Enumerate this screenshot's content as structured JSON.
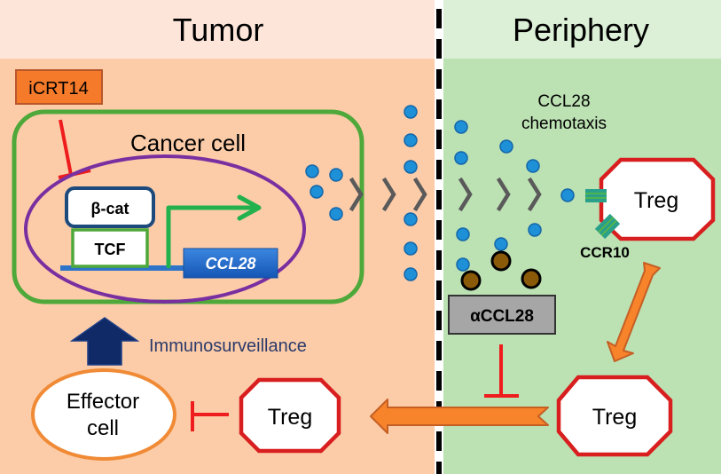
{
  "regions": {
    "tumor": {
      "title": "Tumor",
      "header_color": "#fde5d9",
      "body_color": "#fccca9"
    },
    "periphery": {
      "title": "Periphery",
      "header_color": "#dcf0d7",
      "body_color": "#bce1b3"
    }
  },
  "inhibitor_box": {
    "label": "iCRT14",
    "fill": "#f57a2a",
    "stroke": "#b8562b"
  },
  "cancer_cell": {
    "label": "Cancer cell",
    "membrane_color": "#4ea83a",
    "nucleus_color": "#7a2fa0",
    "beta_cat_label": "β-cat",
    "tcf_label": "TCF",
    "gene_label": "CCL28",
    "gene_color": "#1f66c8",
    "transcription_arrow_color": "#22b14c"
  },
  "chemotaxis": {
    "label_line1": "CCL28",
    "label_line2": "chemotaxis"
  },
  "chemokine_color": "#1e90d8",
  "antibody": {
    "label": "αCCL28",
    "fill": "#a6a6a6",
    "bead_color": "#8a5a08"
  },
  "receptor": {
    "label": "CCR10",
    "color": "#2aa08a"
  },
  "treg_periphery_top": {
    "label": "Treg"
  },
  "treg_periphery_bottom": {
    "label": "Treg"
  },
  "treg_tumor": {
    "label": "Treg"
  },
  "effector_cell": {
    "label_line1": "Effector",
    "label_line2": "cell",
    "stroke": "#f08a35"
  },
  "immunosurveillance": {
    "label": "Immunosurveillance",
    "arrow_color": "#0f2a66",
    "text_color": "#2a3a6a"
  },
  "colors": {
    "treg_stroke": "#d81e1e",
    "inhibit_red": "#ee1c1c",
    "migration_arrow": "#f7832b",
    "migration_arrow_stroke": "#c65f24",
    "chevron": "#5a5a5a",
    "divider": "#000000"
  }
}
